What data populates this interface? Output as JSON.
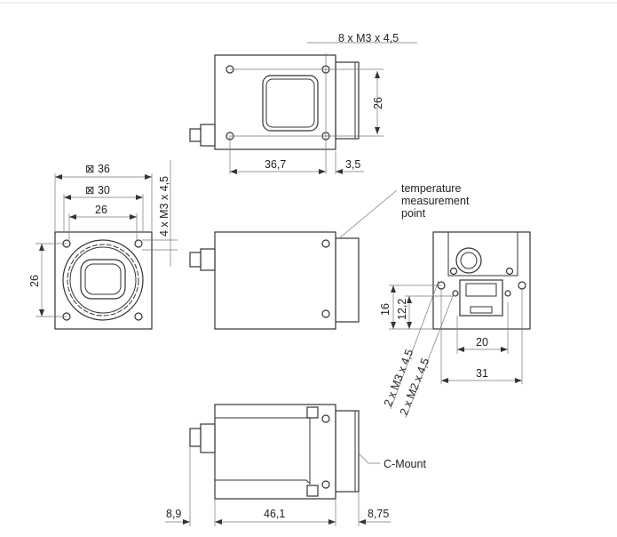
{
  "title": "Camera dimensional drawing",
  "top_view": {
    "holes_label": "8 x M3 x 4,5",
    "height": "26",
    "length": "36,7",
    "offset": "3,5"
  },
  "front_view": {
    "outer": "36",
    "mid": "30",
    "inner": "26",
    "vertical": "26",
    "holes_label": "4 x M3 x 4,5",
    "square_symbol": "⊠"
  },
  "side_view": {
    "temp_line1": "temperature",
    "temp_line2": "measurement",
    "temp_line3": "point"
  },
  "back_view": {
    "h16": "16",
    "h12": "12,2",
    "w20": "20",
    "w31": "31",
    "m3_label": "2 x M3 x 4,5",
    "m2_label": "2 x M2 x 4,5"
  },
  "bottom_view": {
    "connector": "8,9",
    "length": "46,1",
    "mount": "8,75",
    "mount_label": "C-Mount"
  }
}
